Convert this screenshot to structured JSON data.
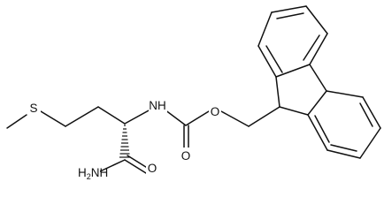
{
  "molecule": {
    "atom_labels": {
      "sulfur": "S",
      "amide_nitrogen": "NH",
      "carbamate_oxygen": "O",
      "carbonyl_oxygen_carbamate": "O",
      "carbonyl_oxygen_amide": "O",
      "amide_terminal": "NH",
      "amide_terminal_subscript": "2",
      "amide_terminal_prefix": "H"
    }
  },
  "colors": {
    "bond": "#111111",
    "background": "#ffffff"
  }
}
